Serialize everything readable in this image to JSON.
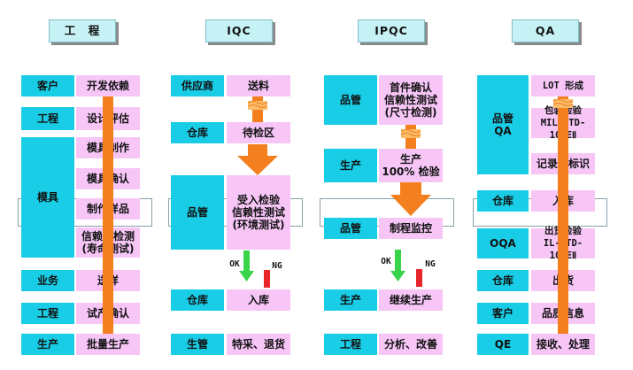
{
  "headers": {
    "eng": "工　程",
    "iqc": "IQC",
    "ipqc": "IPQC",
    "qa": "QA"
  },
  "col1": {
    "customer": {
      "role": "客户",
      "task": "开发依赖"
    },
    "engineering": {
      "role": "工程",
      "task": "设计评估"
    },
    "mold": {
      "role": "模具",
      "tasks": [
        "模具制作",
        "模具确认",
        "制作样品",
        "信赖性检测\n(寿命测试)"
      ]
    },
    "business": {
      "role": "业务",
      "task": "送样"
    },
    "engineering2": {
      "role": "工程",
      "task": "试产确认"
    },
    "production": {
      "role": "生产",
      "task": "批量生产"
    }
  },
  "col2": {
    "supplier": {
      "role": "供应商",
      "task": "送料"
    },
    "warehouse": {
      "role": "仓库",
      "task": "待检区"
    },
    "qc": {
      "role": "品管",
      "task": "受入检验\n信赖性测试\n(环境测试)"
    },
    "ok": "OK",
    "ng": "NG",
    "warehouse2": {
      "role": "仓库",
      "task": "入库"
    },
    "production_mgmt": {
      "role": "生管",
      "task": "特采、退货"
    }
  },
  "col3": {
    "qc": {
      "role": "品管",
      "task": "首件确认\n信赖性测试\n(尺寸检测)"
    },
    "production": {
      "role": "生产",
      "task": "生产\n100% 检验"
    },
    "qc2": {
      "role": "品管",
      "task": "制程监控"
    },
    "ok": "OK",
    "ng": "NG",
    "production2": {
      "role": "生产",
      "task": "继续生产"
    },
    "engineering": {
      "role": "工程",
      "task": "分析、改善"
    }
  },
  "col4": {
    "qc_qa": {
      "role": "品管\nQA"
    },
    "lot": "LOT 形成",
    "pack": "包装检验\nMIL-STD-105EⅡ",
    "record": "记录与标识",
    "warehouse": {
      "role": "仓库",
      "task": "入库"
    },
    "oqa": {
      "role": "OQA",
      "task": "出货检验\nIL-STD-105EⅡ"
    },
    "warehouse2": {
      "role": "仓库",
      "task": "出货"
    },
    "customer": {
      "role": "客户",
      "task": "品质信息"
    },
    "qe": {
      "role": "QE",
      "task": "接收、处理"
    }
  },
  "colors": {
    "role": "#19cde6",
    "task": "#f7c6f7",
    "header": "#c7f2f5",
    "arrow": "#f47f1e",
    "ok": "#39d44a",
    "ng": "#e8262a"
  }
}
